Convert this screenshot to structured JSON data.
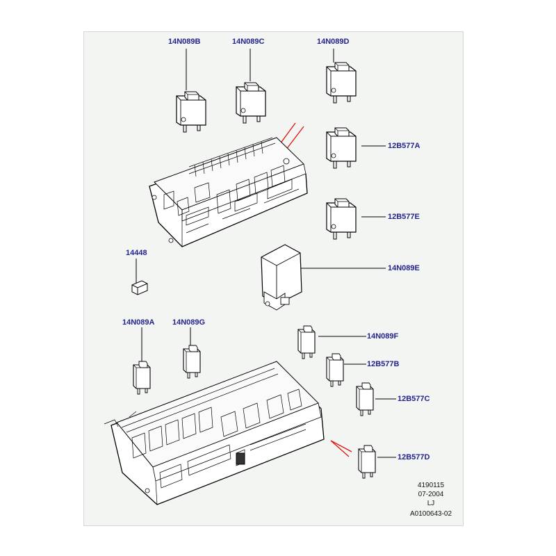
{
  "labels": {
    "n14N089B": "14N089B",
    "n14N089C": "14N089C",
    "n14N089D": "14N089D",
    "n12B577A": "12B577A",
    "n12B577E": "12B577E",
    "n14448": "14448",
    "n14N089E": "14N089E",
    "n14N089A": "14N089A",
    "n14N089G": "14N089G",
    "n14N089F": "14N089F",
    "n12B577B": "12B577B",
    "n12B577C": "12B577C",
    "n12B577D": "12B577D"
  },
  "meta": {
    "ref": "4190115",
    "date": "07-2004",
    "initials": "LJ",
    "drawing": "A0100643-02"
  },
  "colors": {
    "label": "#23238e",
    "leader": "#000000",
    "arrow": "#e01010",
    "panel": "#f3f5f3"
  }
}
